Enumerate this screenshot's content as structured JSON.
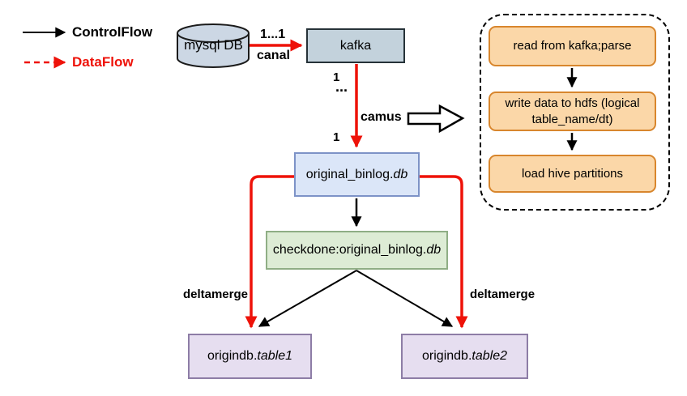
{
  "legend": {
    "control_flow_label": "ControlFlow",
    "data_flow_label": "DataFlow"
  },
  "colors": {
    "control_flow_line": "#000000",
    "data_flow_line": "#ee1209",
    "kafka_fill": "#c3d2dc",
    "mysql_cylinder_fill": "#ccd7e4",
    "original_binlog_fill": "#dbe6f8",
    "original_binlog_border": "#7d93c7",
    "checkdone_fill": "#ddecd5",
    "checkdone_border": "#8fae85",
    "table_fill": "#e6def0",
    "table_border": "#8d7da6",
    "pipeline_fill": "#fbd7a8",
    "pipeline_border": "#d8862d"
  },
  "nodes": {
    "mysql_db": {
      "label": "mysql DB"
    },
    "kafka": {
      "label": "kafka"
    },
    "original_binlog": {
      "label": "original_binlog.",
      "label_italic": "db"
    },
    "checkdone": {
      "label": "checkdone:original_binlog.",
      "label_italic": "db"
    },
    "origindb_table1": {
      "label": "origindb.",
      "label_italic": "table1"
    },
    "origindb_table2": {
      "label": "origindb.",
      "label_italic": "table2"
    }
  },
  "pipeline": {
    "steps": [
      "read from kafka;parse",
      "write data to hdfs (logical table_name/dt)",
      "load hive partitions"
    ]
  },
  "edge_labels": {
    "mysql_kafka_cardinality": "1...1",
    "mysql_kafka_name": "canal",
    "kafka_binlog_top": "1",
    "kafka_binlog_dots": "...",
    "kafka_binlog_bottom": "1",
    "camus": "camus",
    "deltamerge_left": "deltamerge",
    "deltamerge_right": "deltamerge"
  }
}
